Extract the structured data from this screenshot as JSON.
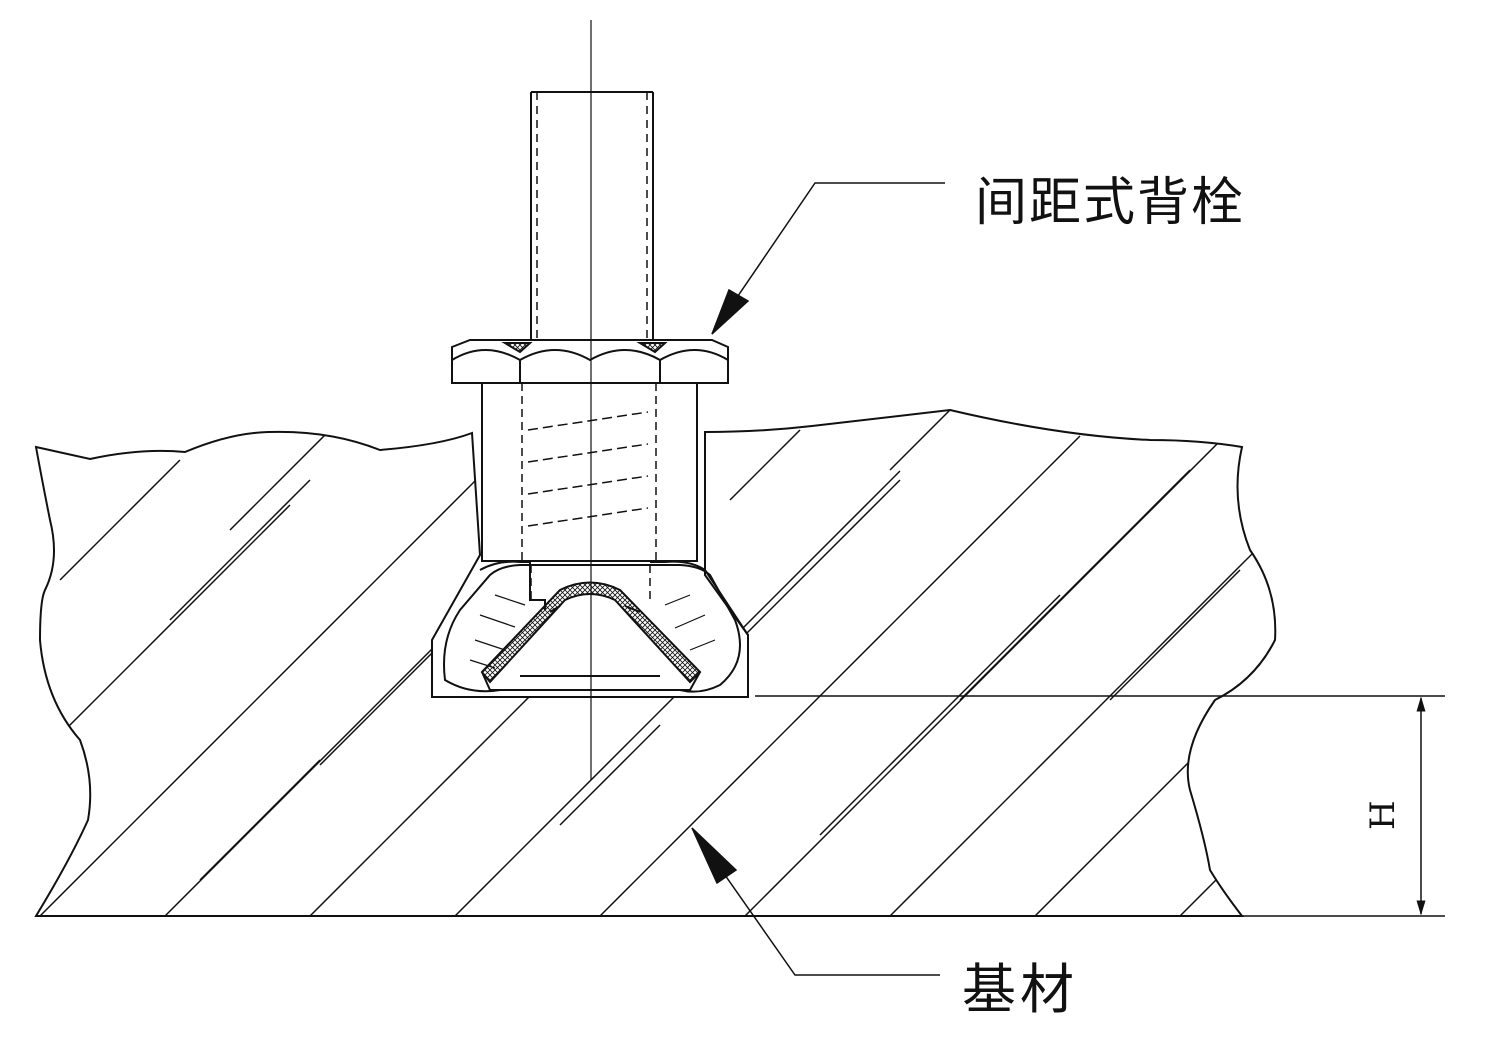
{
  "labels": {
    "bolt": "间距式背栓",
    "substrate": "基材",
    "dimension": "H"
  },
  "colors": {
    "line": "#111111",
    "background": "#ffffff"
  }
}
